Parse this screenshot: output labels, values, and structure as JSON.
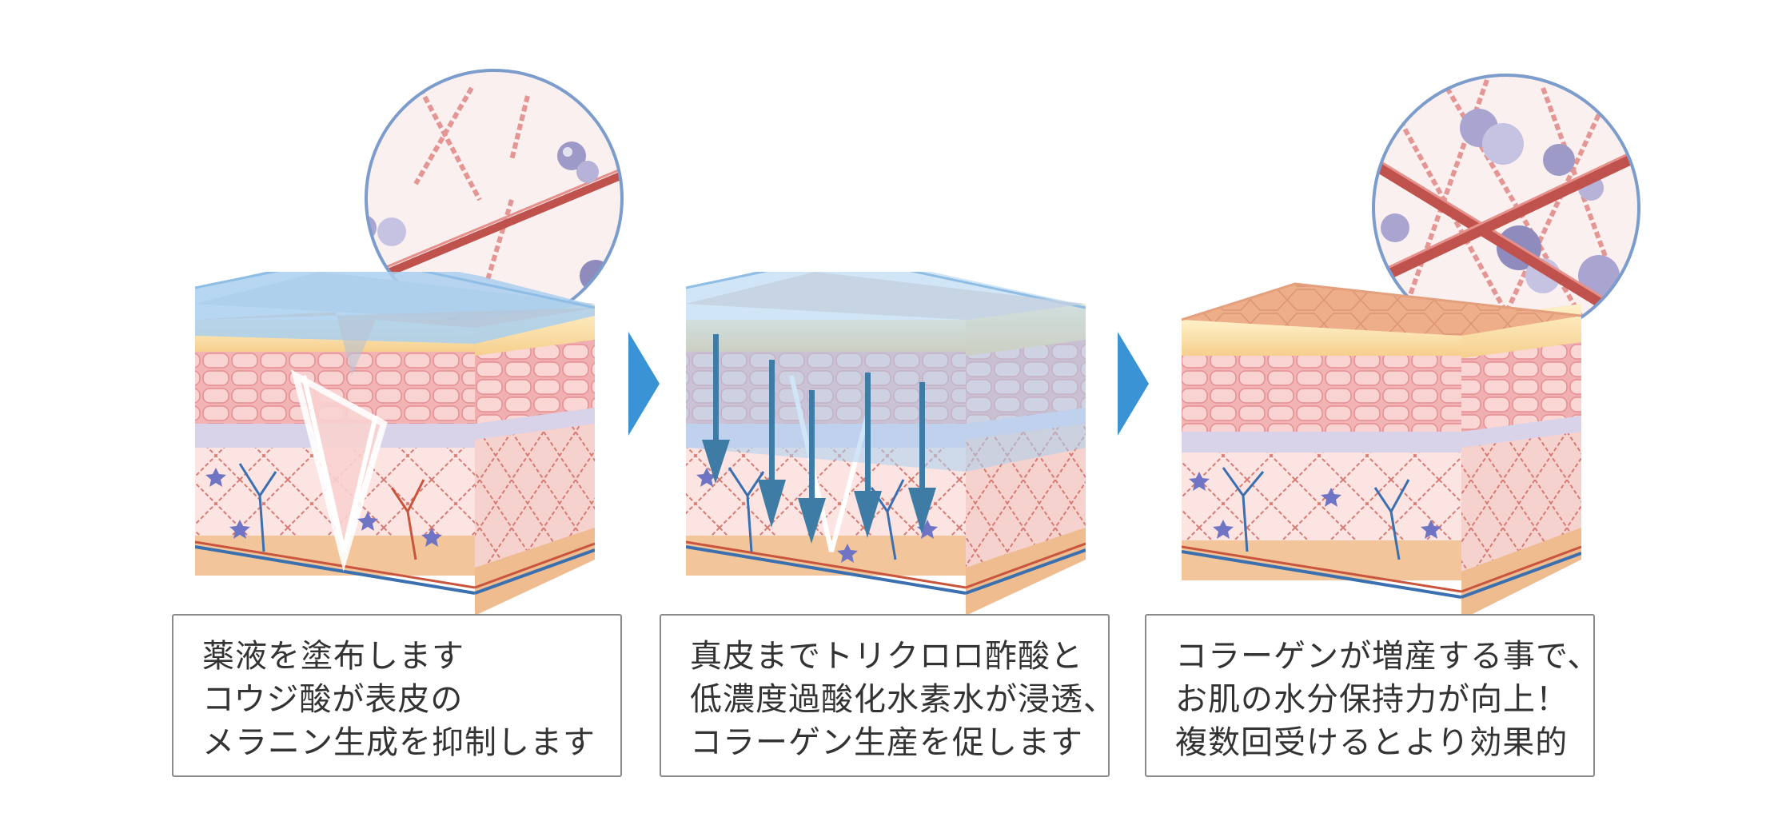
{
  "panels": [
    {
      "caption_lines": [
        "薬液を塗布します",
        "コウジ酸が表皮の",
        "メラニン生成を抑制します"
      ]
    },
    {
      "caption_lines": [
        "真皮までトリクロロ酢酸と",
        "低濃度過酸化水素水が浸透、",
        "コラーゲン生産を促します"
      ]
    },
    {
      "caption_lines": [
        "コラーゲンが増産する事で、",
        "お肌の水分保持力が向上！",
        "複数回受けるとより効果的"
      ]
    }
  ],
  "colors": {
    "arrow": "#3a93d4",
    "penetration_arrow": "#3e7ca6",
    "gel": "#a9cfee",
    "skin_top": "#eeae8a",
    "collagen": "#d16b64",
    "vessel_blue": "#3a6fb0",
    "circle_border": "#7c9ccc"
  },
  "icons": [
    "skin-cross-section",
    "magnified-collagen-circle",
    "next-step-arrow",
    "penetration-arrow"
  ]
}
